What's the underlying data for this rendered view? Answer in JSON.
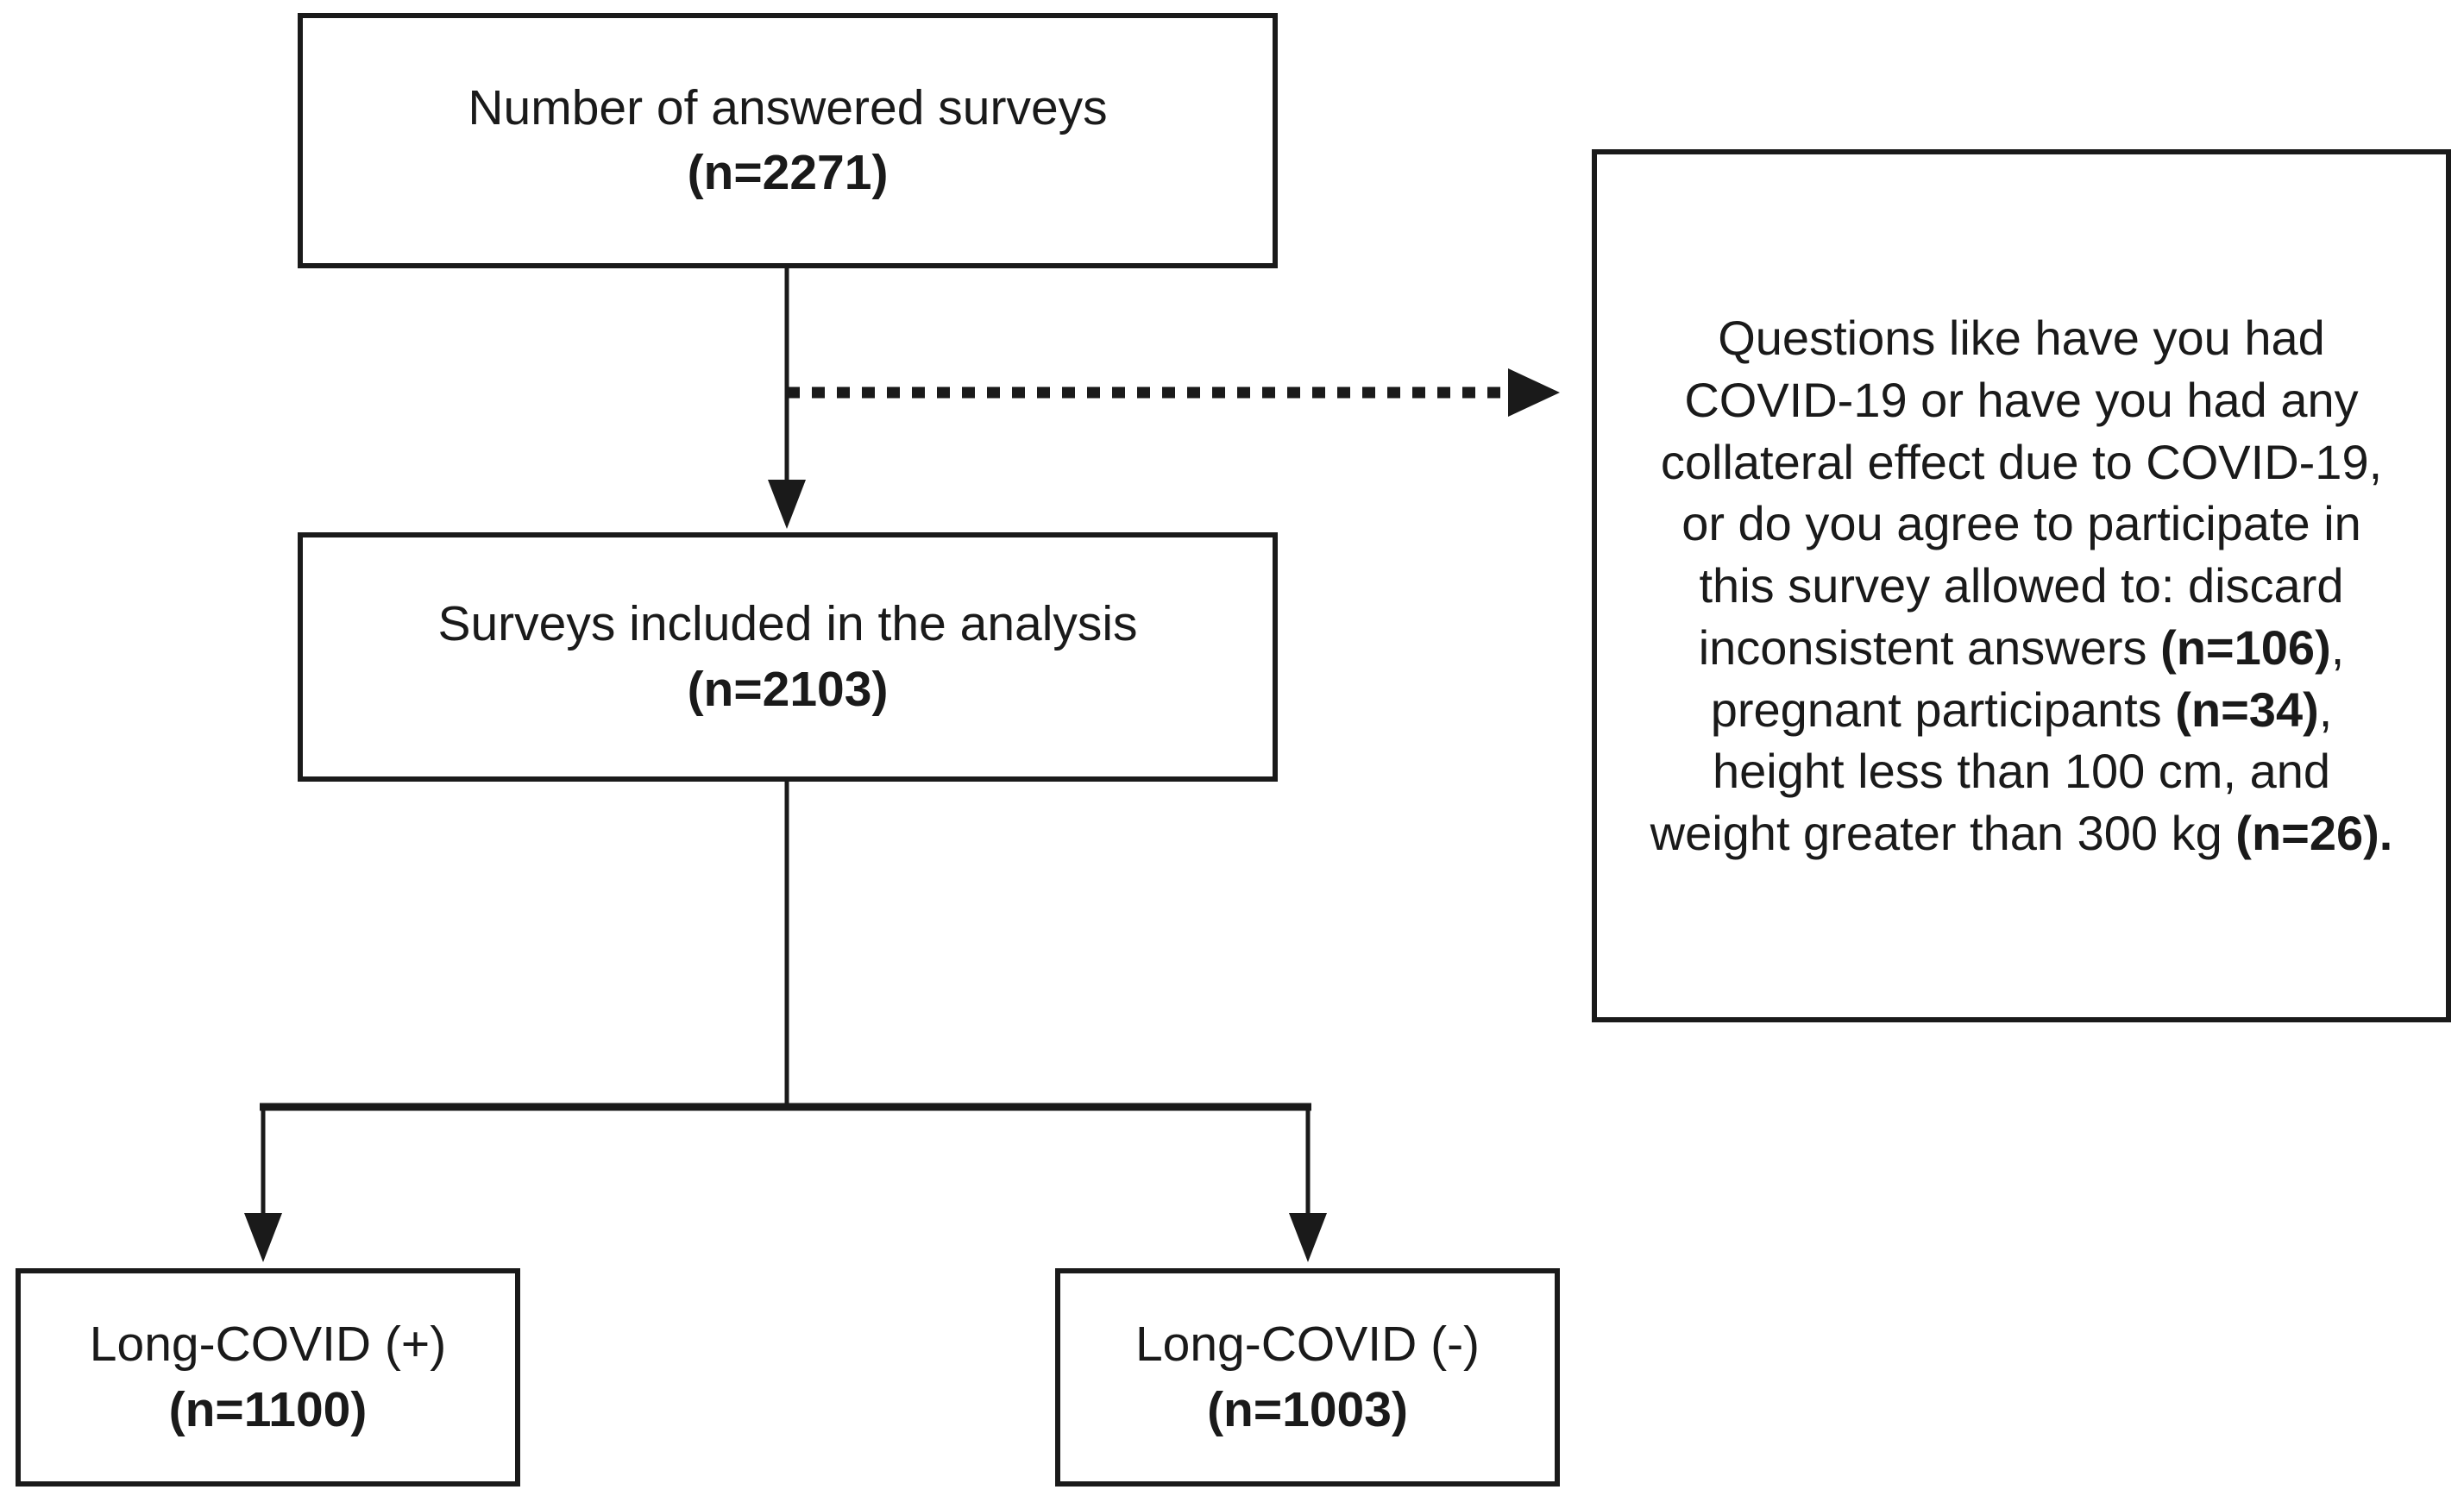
{
  "colors": {
    "line": "#1a1a1a",
    "box_border": "#1a1a1a",
    "text": "#1a1a1a",
    "background": "#ffffff"
  },
  "flowchart": {
    "type": "study-flow-diagram",
    "boxes": {
      "answered": {
        "label": "Number of answered surveys",
        "count": "(n=2271)"
      },
      "included": {
        "label": "Surveys included in the analysis",
        "count": "(n=2103)"
      },
      "long_covid_positive": {
        "label": "Long-COVID (+)",
        "count": "(n=1100)"
      },
      "long_covid_negative": {
        "label": "Long-COVID (-)",
        "count": "(n=1003)"
      },
      "exclusion_note": {
        "segments": [
          {
            "t": "Questions like have you had COVID-19 or have you had any collateral effect due to COVID-19, or do you agree to participate in this survey allowed to: discard inconsistent answers ",
            "b": false
          },
          {
            "t": "(n=106)",
            "b": true
          },
          {
            "t": ", pregnant participants ",
            "b": false
          },
          {
            "t": "(n=34)",
            "b": true
          },
          {
            "t": ", height less than 100 cm, and weight greater than 300 kg ",
            "b": false
          },
          {
            "t": "(n=26).",
            "b": true
          }
        ]
      }
    }
  }
}
